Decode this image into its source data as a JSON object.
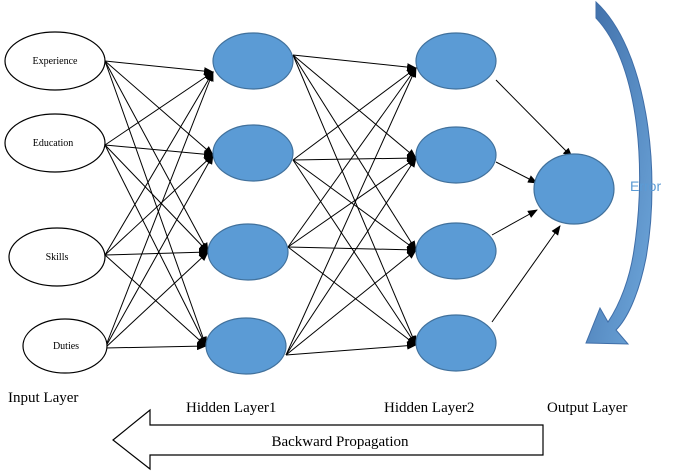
{
  "input_nodes": [
    {
      "id": "experience",
      "label": "Experience"
    },
    {
      "id": "education",
      "label": "Education"
    },
    {
      "id": "skills",
      "label": "Skills"
    },
    {
      "id": "duties",
      "label": "Duties"
    }
  ],
  "layers": {
    "input": "Input Layer",
    "hidden1": "Hidden Layer1",
    "hidden2": "Hidden Layer2",
    "output": "Output Layer"
  },
  "error_label": "Error",
  "backprop_label": "Backward Propagation",
  "colors": {
    "node_fill": "#5b9bd5",
    "node_stroke": "#41719c",
    "error_arrow": "#4a7ab0",
    "error_text": "#5b9bd5",
    "edge": "#000000"
  }
}
